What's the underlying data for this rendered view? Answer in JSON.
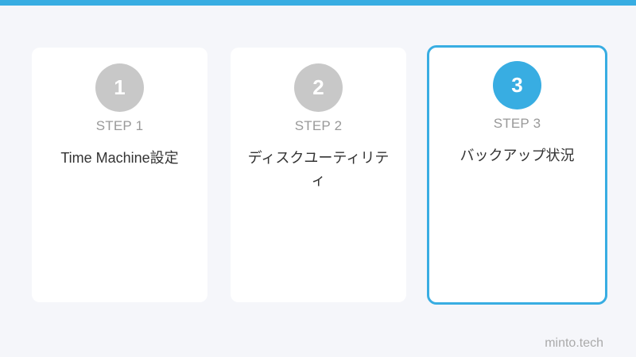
{
  "theme": {
    "accent": "#38ade2",
    "inactive_circle": "#c8c8c8",
    "background": "#f5f6fa",
    "card": "#ffffff"
  },
  "steps": [
    {
      "number": "1",
      "label": "STEP 1",
      "title": "Time Machine設定",
      "active": false
    },
    {
      "number": "2",
      "label": "STEP 2",
      "title": "ディスクユーティリティ",
      "active": false
    },
    {
      "number": "3",
      "label": "STEP 3",
      "title": "バックアップ状況",
      "active": true
    }
  ],
  "footer": {
    "brand": "minto.tech"
  }
}
